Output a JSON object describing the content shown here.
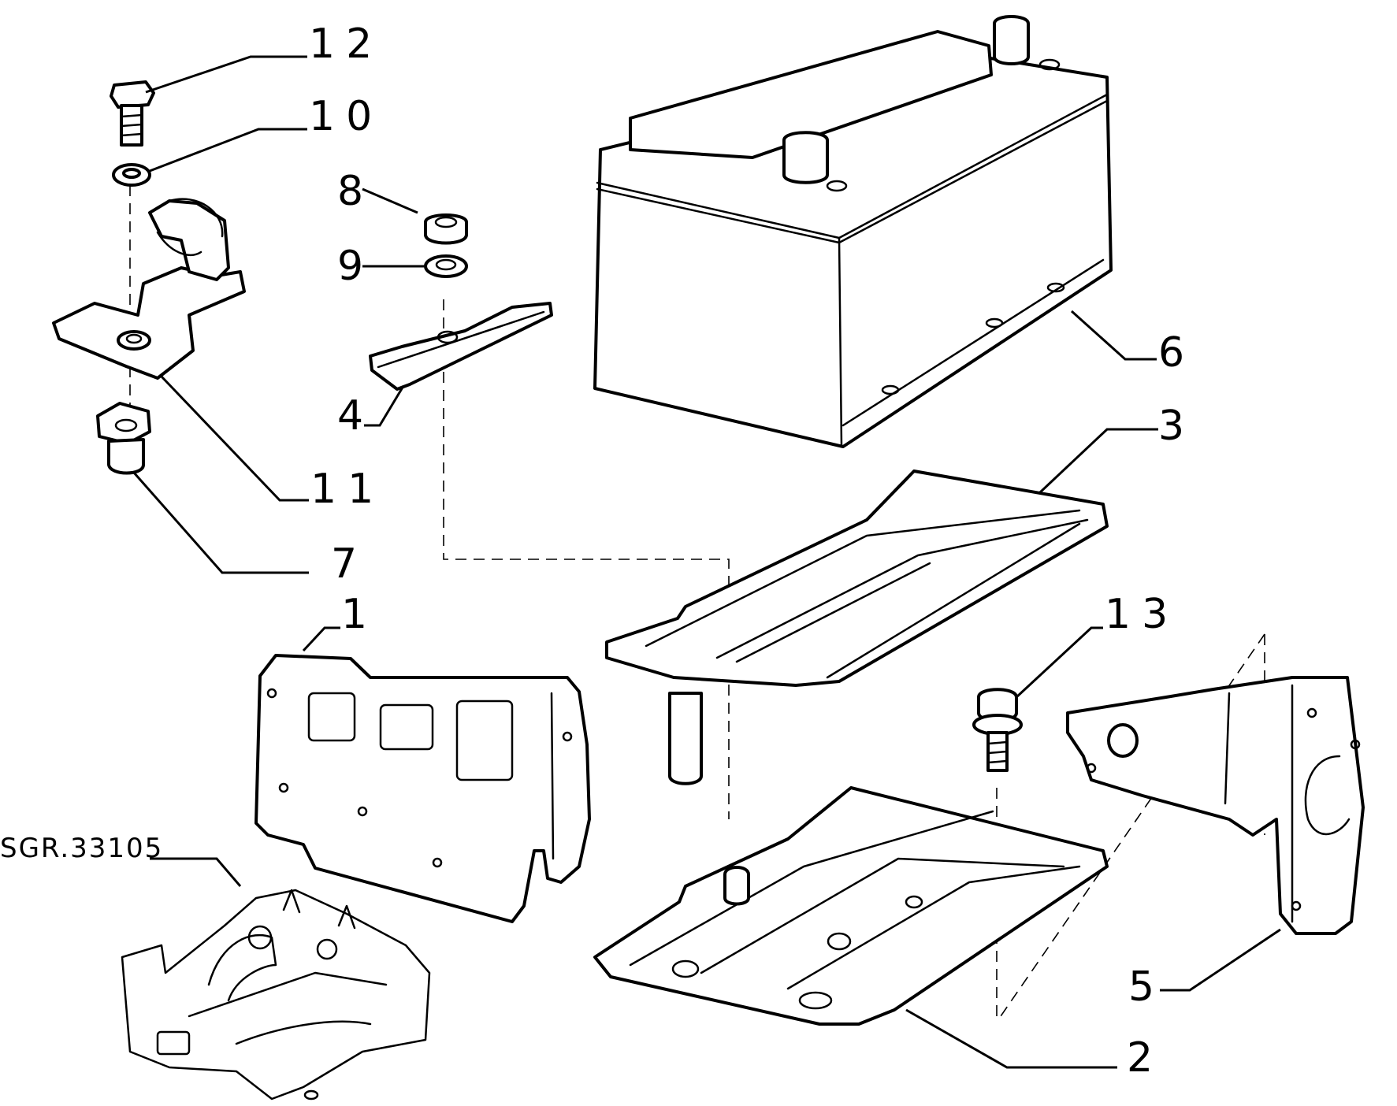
{
  "callouts": {
    "c12": "12",
    "c10": "10",
    "c8": "8",
    "c9": "9",
    "c4": "4",
    "c6": "6",
    "c3": "3",
    "c11": "11",
    "c7": "7",
    "c1": "1",
    "c13": "13",
    "c5": "5",
    "c2": "2"
  },
  "reference": "SGR.33105",
  "colors": {
    "line": "#000000",
    "background": "#ffffff"
  }
}
